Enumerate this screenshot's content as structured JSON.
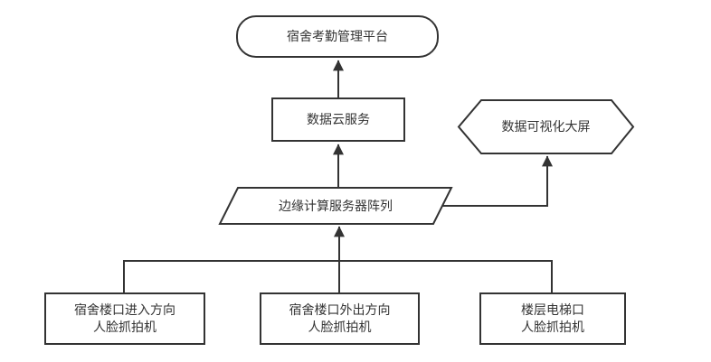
{
  "colors": {
    "stroke": "#333333",
    "text": "#333333",
    "node_fill": "#ffffff",
    "background": "#ffffff"
  },
  "nodes": {
    "platform": {
      "shape": "rounded-rectangle",
      "label": "宿舍考勤管理平台"
    },
    "cloud_service": {
      "shape": "rectangle",
      "label": "数据云服务"
    },
    "big_screen": {
      "shape": "hexagon",
      "label": "数据可视化大屏"
    },
    "edge_servers": {
      "shape": "parallelogram",
      "label": "边缘计算服务器阵列"
    },
    "camera_entry": {
      "shape": "rectangle",
      "line1": "宿舍楼口进入方向",
      "line2": "人脸抓拍机"
    },
    "camera_exit": {
      "shape": "rectangle",
      "line1": "宿舍楼口外出方向",
      "line2": "人脸抓拍机"
    },
    "camera_elevator": {
      "shape": "rectangle",
      "line1": "楼层电梯口",
      "line2": "人脸抓拍机"
    }
  },
  "edges": [
    {
      "from": "camera_entry",
      "to": "edge_servers",
      "arrow": true
    },
    {
      "from": "camera_exit",
      "to": "edge_servers",
      "arrow": true
    },
    {
      "from": "camera_elevator",
      "to": "edge_servers",
      "arrow": true
    },
    {
      "from": "edge_servers",
      "to": "cloud_service",
      "arrow": true
    },
    {
      "from": "cloud_service",
      "to": "platform",
      "arrow": true
    },
    {
      "from": "edge_servers",
      "to": "big_screen",
      "arrow": true
    }
  ]
}
